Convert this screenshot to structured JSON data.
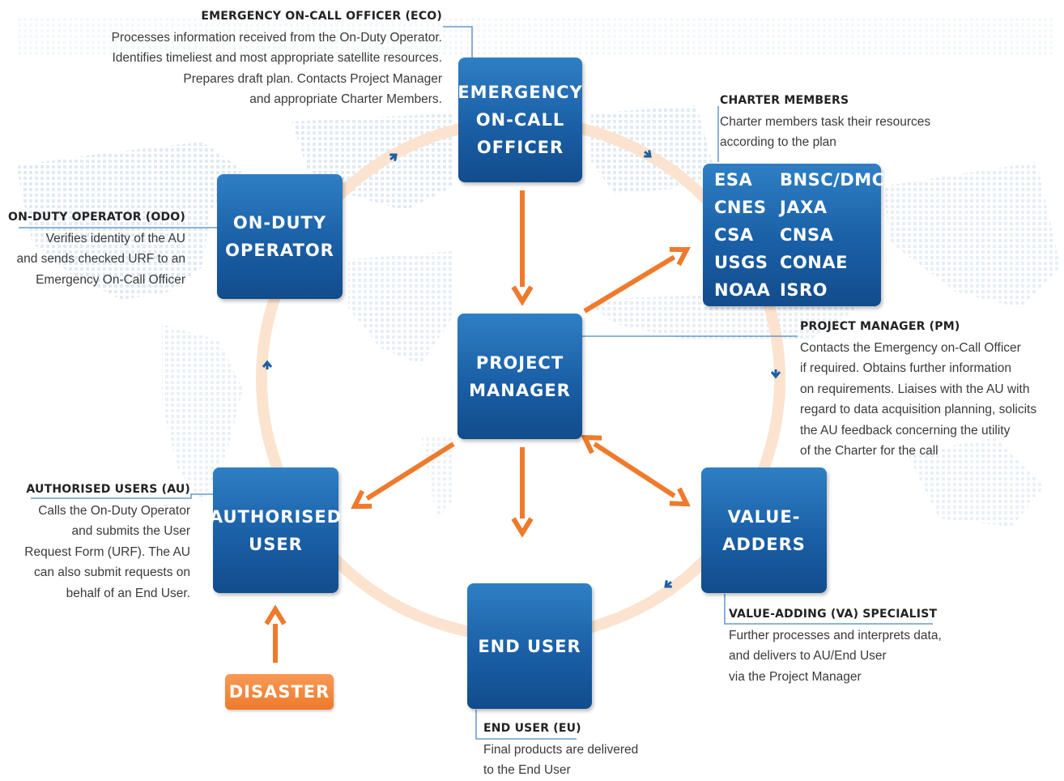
{
  "colors": {
    "box_blue": "#1a5fa6",
    "arrow_orange": "#ee7a2c",
    "ring": "#fbe3cf",
    "dot_blue": "#dfe9f3",
    "text": "#3a3a3a"
  },
  "nodes": {
    "eco": [
      "EMERGENCY",
      "ON-CALL",
      "OFFICER"
    ],
    "odo": [
      "ON-DUTY",
      "OPERATOR"
    ],
    "pm": [
      "PROJECT",
      "MANAGER"
    ],
    "au": [
      "AUTHORISED",
      "USER"
    ],
    "eu": [
      "END USER"
    ],
    "va": [
      "VALUE-",
      "ADDERS"
    ],
    "disaster": "DISASTER"
  },
  "charter_members": [
    "ESA",
    "BNSC/DMC",
    "CNES",
    "JAXA",
    "CSA",
    "CNSA",
    "USGS",
    "CONAE",
    "NOAA",
    "ISRO"
  ],
  "descriptions": {
    "eco": {
      "title": "EMERGENCY ON-CALL OFFICER (ECO)",
      "lines": [
        "Processes information received from the On-Duty Operator.",
        "Identifies timeliest and most appropriate satellite resources.",
        "Prepares draft plan. Contacts Project Manager",
        "and appropriate Charter Members."
      ]
    },
    "members": {
      "title": "CHARTER MEMBERS",
      "lines": [
        "Charter members task their resources",
        "according to the plan"
      ]
    },
    "odo": {
      "title": "ON-DUTY OPERATOR (ODO)",
      "lines": [
        "Verifies identity of the AU",
        "and sends checked URF to an",
        "Emergency On-Call Officer"
      ]
    },
    "pm": {
      "title": "PROJECT MANAGER (PM)",
      "lines": [
        "Contacts the Emergency on-Call Officer",
        "if required. Obtains further information",
        "on requirements. Liaises with the AU with",
        "regard to data acquisition planning, solicits",
        "the AU feedback concerning the utility",
        "of the Charter for the call"
      ]
    },
    "au": {
      "title": "AUTHORISED USERS (AU)",
      "lines": [
        "Calls the On-Duty Operator",
        "and submits the User",
        "Request Form (URF). The AU",
        "can also submit requests on",
        "behalf of an End User."
      ]
    },
    "va": {
      "title": "VALUE-ADDING (VA) SPECIALIST",
      "lines": [
        "Further processes and interprets data,",
        "and delivers to AU/End User",
        "via the Project Manager"
      ]
    },
    "eu": {
      "title": "END USER (EU)",
      "lines": [
        "Final products are delivered",
        "to the End User"
      ]
    }
  }
}
